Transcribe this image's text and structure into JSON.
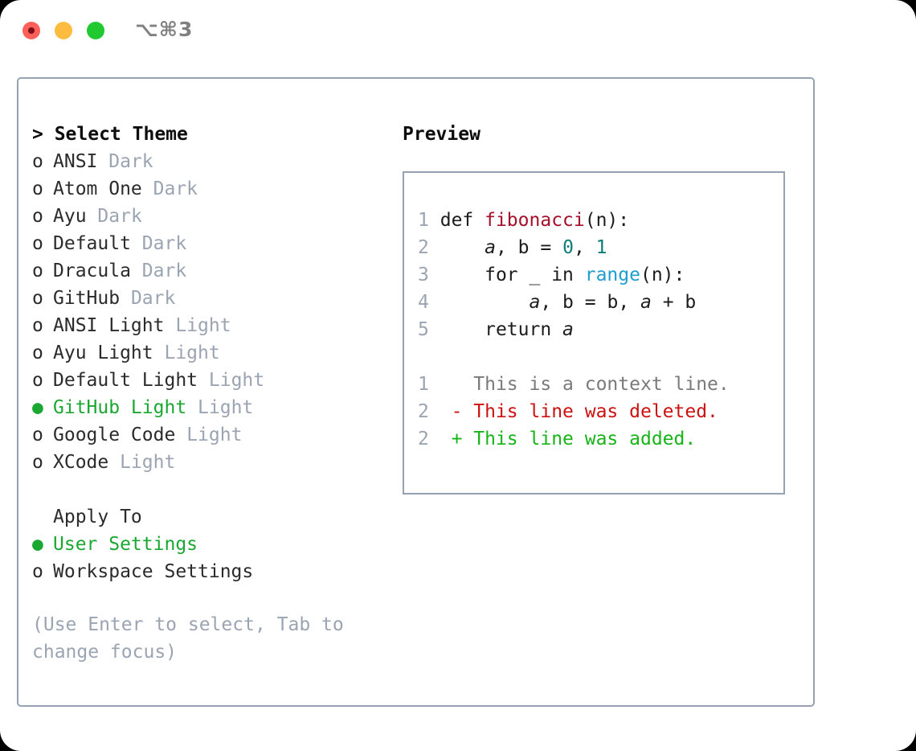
{
  "titlebar": {
    "close_label": "close",
    "minimize_label": "minimize",
    "maximize_label": "maximize",
    "shortcut": "⌥⌘3"
  },
  "colors": {
    "accent_green": "#1aa832",
    "border": "#97a2b0",
    "muted": "#9aa4b2",
    "diff_add": "#16b416",
    "diff_del": "#cc1111",
    "fn_name": "#a3102a",
    "builtin": "#1f9ed0",
    "number": "#0d7d78"
  },
  "theme_list": {
    "heading": "> Select Theme",
    "items": [
      {
        "bullet": "o",
        "name": "ANSI",
        "badge": "Dark",
        "selected": false
      },
      {
        "bullet": "o",
        "name": "Atom One",
        "badge": "Dark",
        "selected": false
      },
      {
        "bullet": "o",
        "name": "Ayu",
        "badge": "Dark",
        "selected": false
      },
      {
        "bullet": "o",
        "name": "Default",
        "badge": "Dark",
        "selected": false
      },
      {
        "bullet": "o",
        "name": "Dracula",
        "badge": "Dark",
        "selected": false
      },
      {
        "bullet": "o",
        "name": "GitHub",
        "badge": "Dark",
        "selected": false
      },
      {
        "bullet": "o",
        "name": "ANSI Light",
        "badge": "Light",
        "selected": false
      },
      {
        "bullet": "o",
        "name": "Ayu Light",
        "badge": "Light",
        "selected": false
      },
      {
        "bullet": "o",
        "name": "Default Light",
        "badge": "Light",
        "selected": false
      },
      {
        "bullet": "●",
        "name": "GitHub Light",
        "badge": "Light",
        "selected": true
      },
      {
        "bullet": "o",
        "name": "Google Code",
        "badge": "Light",
        "selected": false
      },
      {
        "bullet": "o",
        "name": "XCode",
        "badge": "Light",
        "selected": false
      }
    ]
  },
  "apply_to": {
    "heading": "Apply To",
    "items": [
      {
        "bullet": "●",
        "name": "User Settings",
        "selected": true
      },
      {
        "bullet": "o",
        "name": "Workspace Settings",
        "selected": false
      }
    ]
  },
  "hint": "(Use Enter to select, Tab to change focus)",
  "preview": {
    "title": "Preview",
    "code_lines": [
      {
        "no": "1",
        "indent": "",
        "tokens": [
          {
            "t": "def ",
            "c": "kw"
          },
          {
            "t": "fibonacci",
            "c": "fnname"
          },
          {
            "t": "(n):",
            "c": "kw"
          }
        ]
      },
      {
        "no": "2",
        "indent": "    ",
        "tokens": [
          {
            "t": "a",
            "c": "var"
          },
          {
            "t": ", ",
            "c": "kw"
          },
          {
            "t": "b",
            "c": "kw"
          },
          {
            "t": " = ",
            "c": "kw"
          },
          {
            "t": "0",
            "c": "num"
          },
          {
            "t": ", ",
            "c": "kw"
          },
          {
            "t": "1",
            "c": "num"
          }
        ]
      },
      {
        "no": "3",
        "indent": "    ",
        "tokens": [
          {
            "t": "for _ in ",
            "c": "kw"
          },
          {
            "t": "range",
            "c": "builtin"
          },
          {
            "t": "(n):",
            "c": "kw"
          }
        ]
      },
      {
        "no": "4",
        "indent": "        ",
        "tokens": [
          {
            "t": "a",
            "c": "var"
          },
          {
            "t": ", ",
            "c": "kw"
          },
          {
            "t": "b",
            "c": "kw"
          },
          {
            "t": " = ",
            "c": "kw"
          },
          {
            "t": "b",
            "c": "kw"
          },
          {
            "t": ", ",
            "c": "kw"
          },
          {
            "t": "a",
            "c": "var"
          },
          {
            "t": " + ",
            "c": "kw"
          },
          {
            "t": "b",
            "c": "kw"
          }
        ]
      },
      {
        "no": "5",
        "indent": "    ",
        "tokens": [
          {
            "t": "return ",
            "c": "kw"
          },
          {
            "t": "a",
            "c": "var"
          }
        ]
      }
    ],
    "diff_lines": [
      {
        "no": "1",
        "marker": " ",
        "text": " This is a context line.",
        "kind": "ctx"
      },
      {
        "no": "2",
        "marker": "-",
        "text": " This line was deleted.",
        "kind": "del"
      },
      {
        "no": "2",
        "marker": "+",
        "text": " This line was added.",
        "kind": "add"
      }
    ]
  }
}
